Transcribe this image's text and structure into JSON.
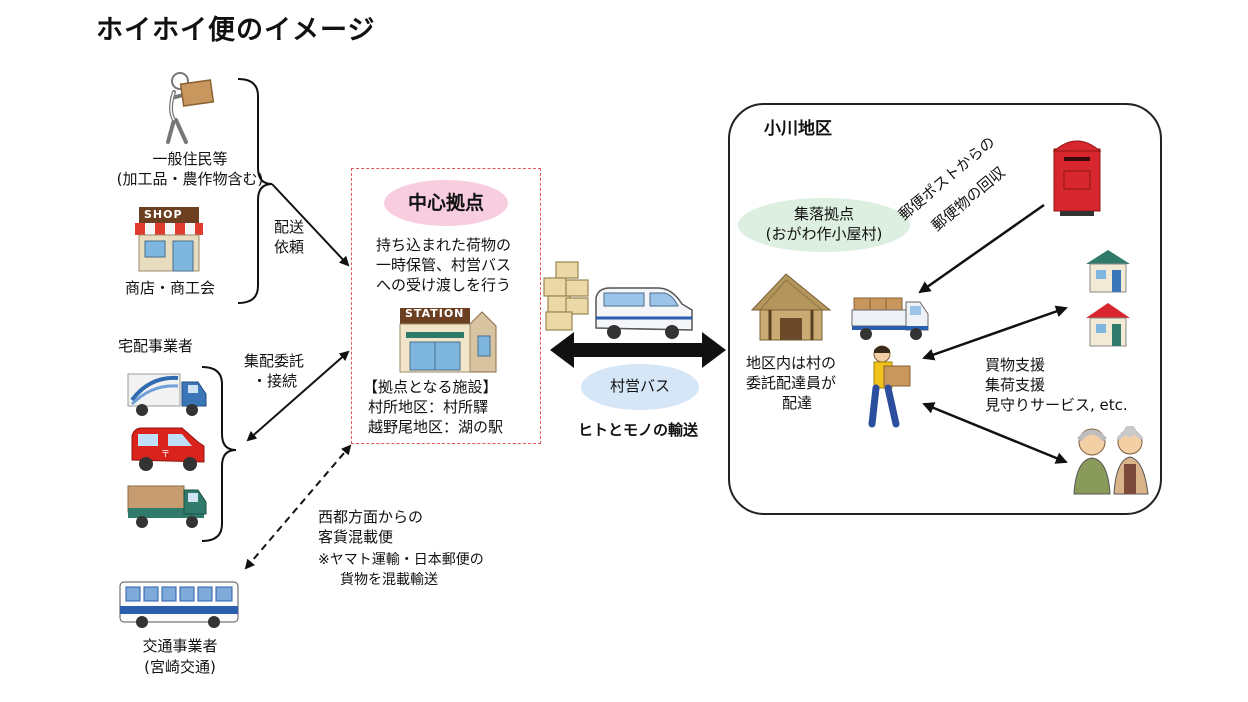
{
  "title": "ホイホイ便のイメージ",
  "residents": {
    "line1": "一般住民等",
    "line2": "(加工品・農作物含む)"
  },
  "shop": {
    "sign": "SHOP",
    "label": "商店・商工会"
  },
  "request": {
    "line1": "配送",
    "line2": "依頼"
  },
  "delivery_companies": {
    "label": "宅配事業者"
  },
  "consign": {
    "line1": "集配委託",
    "line2": "・接続"
  },
  "hub": {
    "title": "中心拠点",
    "desc1": "持ち込まれた荷物の",
    "desc2": "一時保管、村営バス",
    "desc3": "への受け渡しを行う",
    "station_sign": "STATION",
    "facilities_heading": "【拠点となる施設】",
    "facility1": "村所地区：村所驛",
    "facility2": "越野尾地区：湖の駅"
  },
  "bus_route": {
    "label": "村営バス",
    "caption": "ヒトとモノの輸送"
  },
  "mixed_cargo": {
    "line1": "西都方面からの",
    "line2": "客貨混載便",
    "note1": "※ヤマト運輸・日本郵便の",
    "note2": "貨物を混載輸送"
  },
  "transit": {
    "line1": "交通事業者",
    "line2": "(宮崎交通)"
  },
  "village": {
    "name": "小川地区",
    "hub_line1": "集落拠点",
    "hub_line2": "(おがわ作小屋村)",
    "post_line1": "郵便ポストからの",
    "post_line2": "郵便物の回収",
    "delivery1": "地区内は村の",
    "delivery2": "委託配達員が",
    "delivery3": "配達",
    "support1": "買物支援",
    "support2": "集荷支援",
    "support3": "見守りサービス, etc."
  },
  "colors": {
    "hub_border": "#e05a5a",
    "hub_oval": "#f8cde0",
    "village_oval": "#dcefe0",
    "bus_oval": "#d5e6f6",
    "postbox_red": "#d8262e",
    "arrow": "#111111"
  }
}
